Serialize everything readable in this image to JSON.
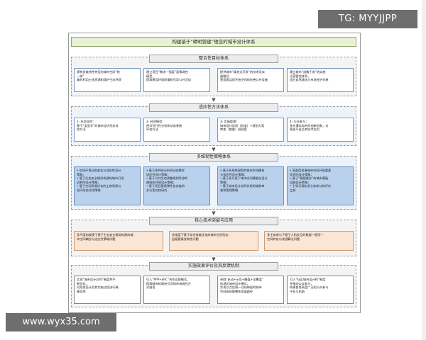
{
  "watermark_tg": "TG: MYYJJPP",
  "watermark_url": "www.wyx35.com",
  "title": "构建基于“精明营建”理念的城市设计体系",
  "sections": [
    {
      "heading": "整合性目标体系",
      "boxes": [
        [
          "建构多维韧性特征的城市空间“统",
          "一体”",
          "美的利用土地资源和保护生态环境"
        ],
        [
          "建立项目“需求—强度”画像调控",
          "模型，",
          "提高建设环境质量和引导公共活动"
        ],
        [
          "提供城市“填充式开发”的技术及实",
          "施路径",
          "营造高品质开放空间和完善公共设施"
        ],
        [
          "建立城市“战略于发”的实施",
          "运营管控体系，",
          "适应自然演化与市场经济节奏"
        ]
      ]
    },
    {
      "heading": "适应性方法体系",
      "boxes": [
        [
          "1- 形态导控：",
          "基于“类型学”的城市设计形态导",
          "控方法"
        ],
        [
          "2- 经济模型：",
          "经济可行性分析和动态参数",
          "评估方法"
        ],
        [
          "3- 实施管理：",
          "城市设计导则（标准）+规划方案",
          "审查（裁量）权制度"
        ],
        [
          "4- 公众参与：",
          "多元博弈和共同创新机制，对",
          "视化平台及其技术应用"
        ]
      ]
    },
    {
      "heading": "多维韧性策略体系",
      "boxes": [
        [
          "• 空间环境动态变化与适应性设计",
          "  策略；",
          "• 基于生态安全格局构建的城市开发",
          "  边界的设计策略；",
          "• 基于空间资源优化的土地利用与",
          "  空间形态导控策略"
        ],
        [
          "• 基于多种多分析的动态需求",
          "  适应性设计策略；",
          "• 基于公共生态调整规划导控的",
          "  建筑和环境设计策略；",
          "• 基于项目管理弹性化实施的",
          "  多方案比较研究"
        ],
        [
          "• 基于多系统规划的城市空间耦合",
          "  与适应性设计策略；",
          "• 基于多尺度下城市空间精细化设计",
          "  策略；",
          "• 基于城市设计协同作用的城划审",
          "  查和管理策略"
        ],
        [
          "• 高起度紧凑城市空间环境要素",
          "  交织的设计策略；",
          "• 基于“精细理念”的城市基础",
          "  设施设计策略；",
          "• 引导可视化多主体参与和评价",
          "  工具"
        ]
      ]
    },
    {
      "heading": "核心技术突破与应用",
      "boxes": [
        [
          "多尺度和规模下基于生态安全格局构建的城",
          "市空间耦合与适应性策略问题"
        ],
        [
          "多维度下基于综合效能优化的城市空间形态",
          "层级要素关联性问题"
        ],
        [
          "多主体参与下基于人机交互的数据一图形一",
          "空间转化与关键算法问题"
        ]
      ]
    },
    {
      "heading": "实施效果评价及其反馈机制",
      "boxes": [
        [
          "实现“城市设计总师”制度并不",
          "断优化，",
          "对形态设计及其实施过程进行精",
          "确导控"
        ],
        [
          "引入“PPP+EPC”合作运营模式，",
          "提高政府的政府引导和市场调控方",
          "式结合"
        ],
        [
          "采取“启动+示范+触媒+全覆盖”",
          "的地区城市设计模式，",
          "实现以点应线一以线带面的城市",
          "空间高质量整体发展路径"
        ],
        [
          "引入“社区城市设计师”制度",
          "并推动公众参与，",
          "构建良性高度广泛的公众参与",
          "平台与机制"
        ]
      ]
    }
  ]
}
